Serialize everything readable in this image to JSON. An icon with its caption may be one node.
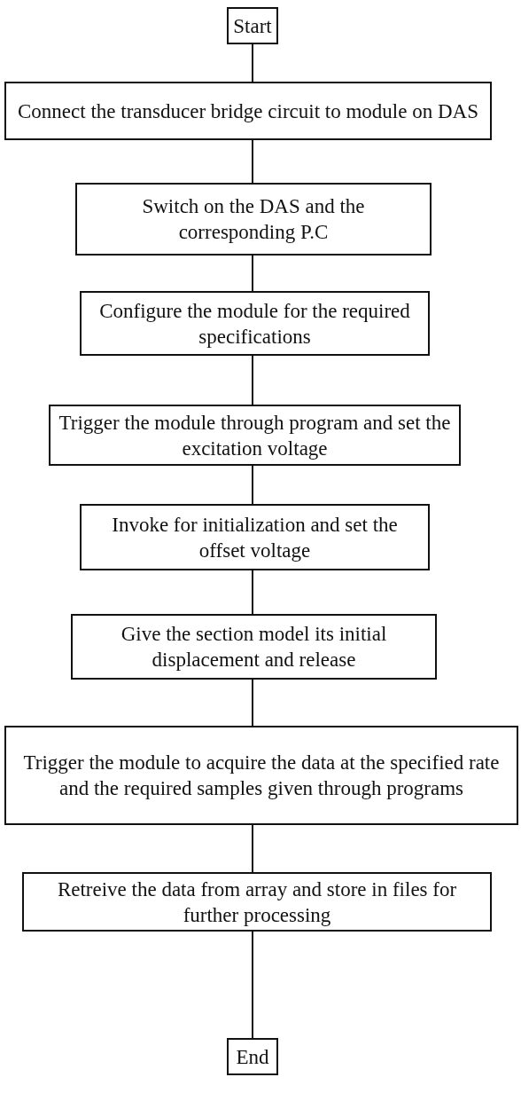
{
  "diagram": {
    "nodes": [
      {
        "text": [
          "Start"
        ]
      },
      {
        "text": [
          "Connect the transducer bridge circuit to module on DAS"
        ]
      },
      {
        "text": [
          "Switch on the DAS and the corresponding P.C"
        ]
      },
      {
        "text": [
          "Configure the module for the required specifications"
        ]
      },
      {
        "text": [
          "Trigger the module through program and set the excitation voltage"
        ]
      },
      {
        "text": [
          "Invoke for initialization and set the offset voltage"
        ]
      },
      {
        "text": [
          "Give the section model its initial displacement and release"
        ]
      },
      {
        "text": [
          "Trigger the module to acquire the data at the specified rate and the required samples given through programs"
        ]
      },
      {
        "text": [
          "Retreive the data from array and store in files for further processing"
        ]
      },
      {
        "text": [
          "End"
        ]
      }
    ],
    "edges": [
      {
        "from": 0,
        "to": 1,
        "arrow": "none"
      },
      {
        "from": 1,
        "to": 2,
        "arrow": "none"
      },
      {
        "from": 2,
        "to": 3,
        "arrow": "none"
      },
      {
        "from": 3,
        "to": 4,
        "arrow": "none"
      },
      {
        "from": 4,
        "to": 5,
        "arrow": "none"
      },
      {
        "from": 5,
        "to": 6,
        "arrow": "none"
      },
      {
        "from": 6,
        "to": 7,
        "arrow": "none"
      },
      {
        "from": 7,
        "to": 8,
        "arrow": "none"
      },
      {
        "from": 8,
        "to": 9,
        "arrow": "none"
      }
    ]
  }
}
